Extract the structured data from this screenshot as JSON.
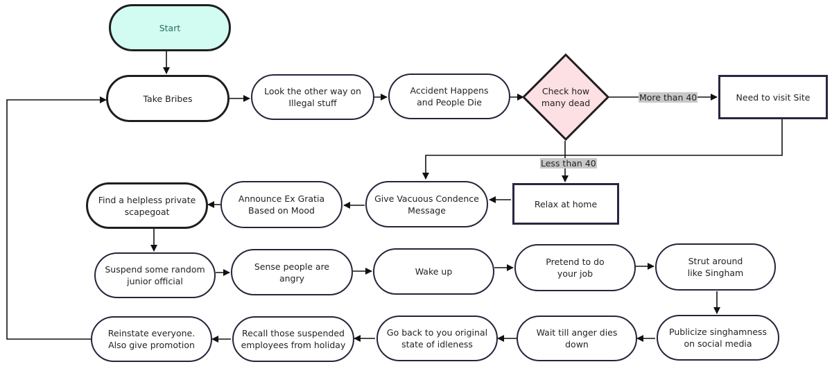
{
  "flowchart": {
    "start": "Start",
    "take_bribes": "Take Bribes",
    "look_other_way": "Look the other way on\nIllegal stuff",
    "accident": "Accident Happens\nand People Die",
    "check_dead": "Check how\nmany dead",
    "visit_site": "Need to visit Site",
    "relax_home": "Relax at home",
    "vacuous_condolence": "Give Vacuous Condence\nMessage",
    "ex_gratia": "Announce Ex Gratia\nBased on Mood",
    "scapegoat": "Find a helpless private\nscapegoat",
    "suspend_junior": "Suspend some random\njunior official",
    "sense_angry": "Sense people are\nangry",
    "wake_up": "Wake up",
    "pretend_job": "Pretend to do\nyour job",
    "strut_singham": "Strut around\nlike Singham",
    "publicize": "Publicize singhamness\non social media",
    "wait_anger": "Wait till anger dies\ndown",
    "back_idleness": "Go back to you original\nstate of idleness",
    "recall_suspended": "Recall those suspended\nemployees from holiday",
    "reinstate": "Reinstate everyone.\nAlso give promotion",
    "edge_more_than_40": "More than 40",
    "edge_less_than_40": "Less than 40"
  },
  "colors": {
    "start_fill": "#d2fbf1",
    "decision_fill": "#fde0e4",
    "edge_label_bg": "#c8c8c8",
    "stroke": "#1e1e1e"
  }
}
